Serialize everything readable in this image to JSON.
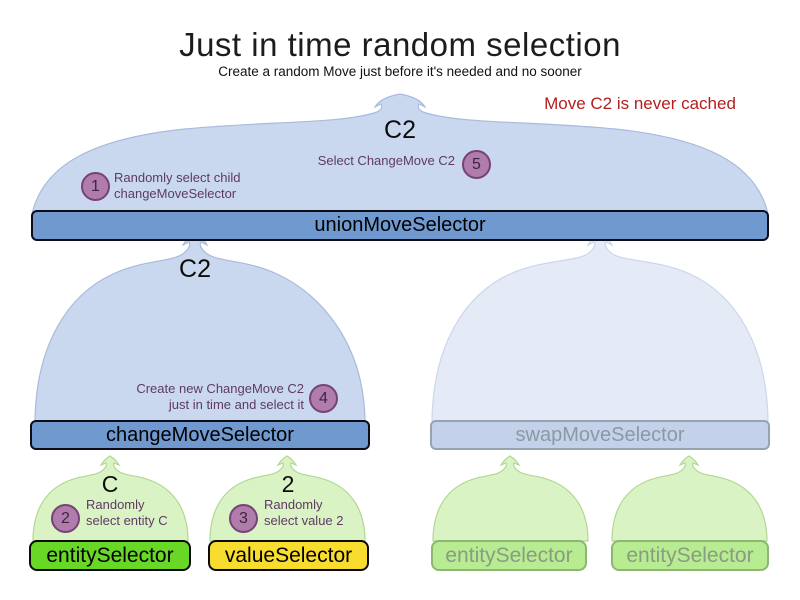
{
  "title": "Just in time random selection",
  "subtitle": "Create a random Move just before it's needed and no sooner",
  "note": "Move C2 is never cached",
  "colors": {
    "note_red": "#b41e1e",
    "active_bar_blue": "#6f99cf",
    "faded_bar_blue": "#c3d2ea",
    "bell_blue": "#c9d8ef",
    "bell_blue_faded": "#e4eaf6",
    "bell_green": "#daf3c5",
    "bell_green_faded": "#e6f6d8",
    "bell_yellow": "#fbf5c5",
    "entity_green": "#69d725",
    "entity_green_faded": "#b7ec92",
    "value_yellow": "#f8dc2e",
    "step_circle_purple": "#b07cac",
    "annotation_purple": "#5e3a63"
  },
  "selectors": {
    "union": "unionMoveSelector",
    "change": "changeMoveSelector",
    "swap": "swapMoveSelector",
    "entity": "entitySelector",
    "value": "valueSelector",
    "entity_faded_left": "entitySelector",
    "entity_faded_right": "entitySelector"
  },
  "flow_labels": {
    "union_output": "C2",
    "change_output": "C2",
    "entity_output": "C",
    "value_output": "2"
  },
  "steps": [
    {
      "num": "1",
      "line1": "Randomly select child",
      "line2": "changeMoveSelector"
    },
    {
      "num": "2",
      "line1": "Randomly",
      "line2": "select entity C"
    },
    {
      "num": "3",
      "line1": "Randomly",
      "line2": "select value 2"
    },
    {
      "num": "4",
      "line1": "Create new ChangeMove C2",
      "line2": "just in time and select it"
    },
    {
      "num": "5",
      "line1": "Select ChangeMove C2"
    }
  ]
}
